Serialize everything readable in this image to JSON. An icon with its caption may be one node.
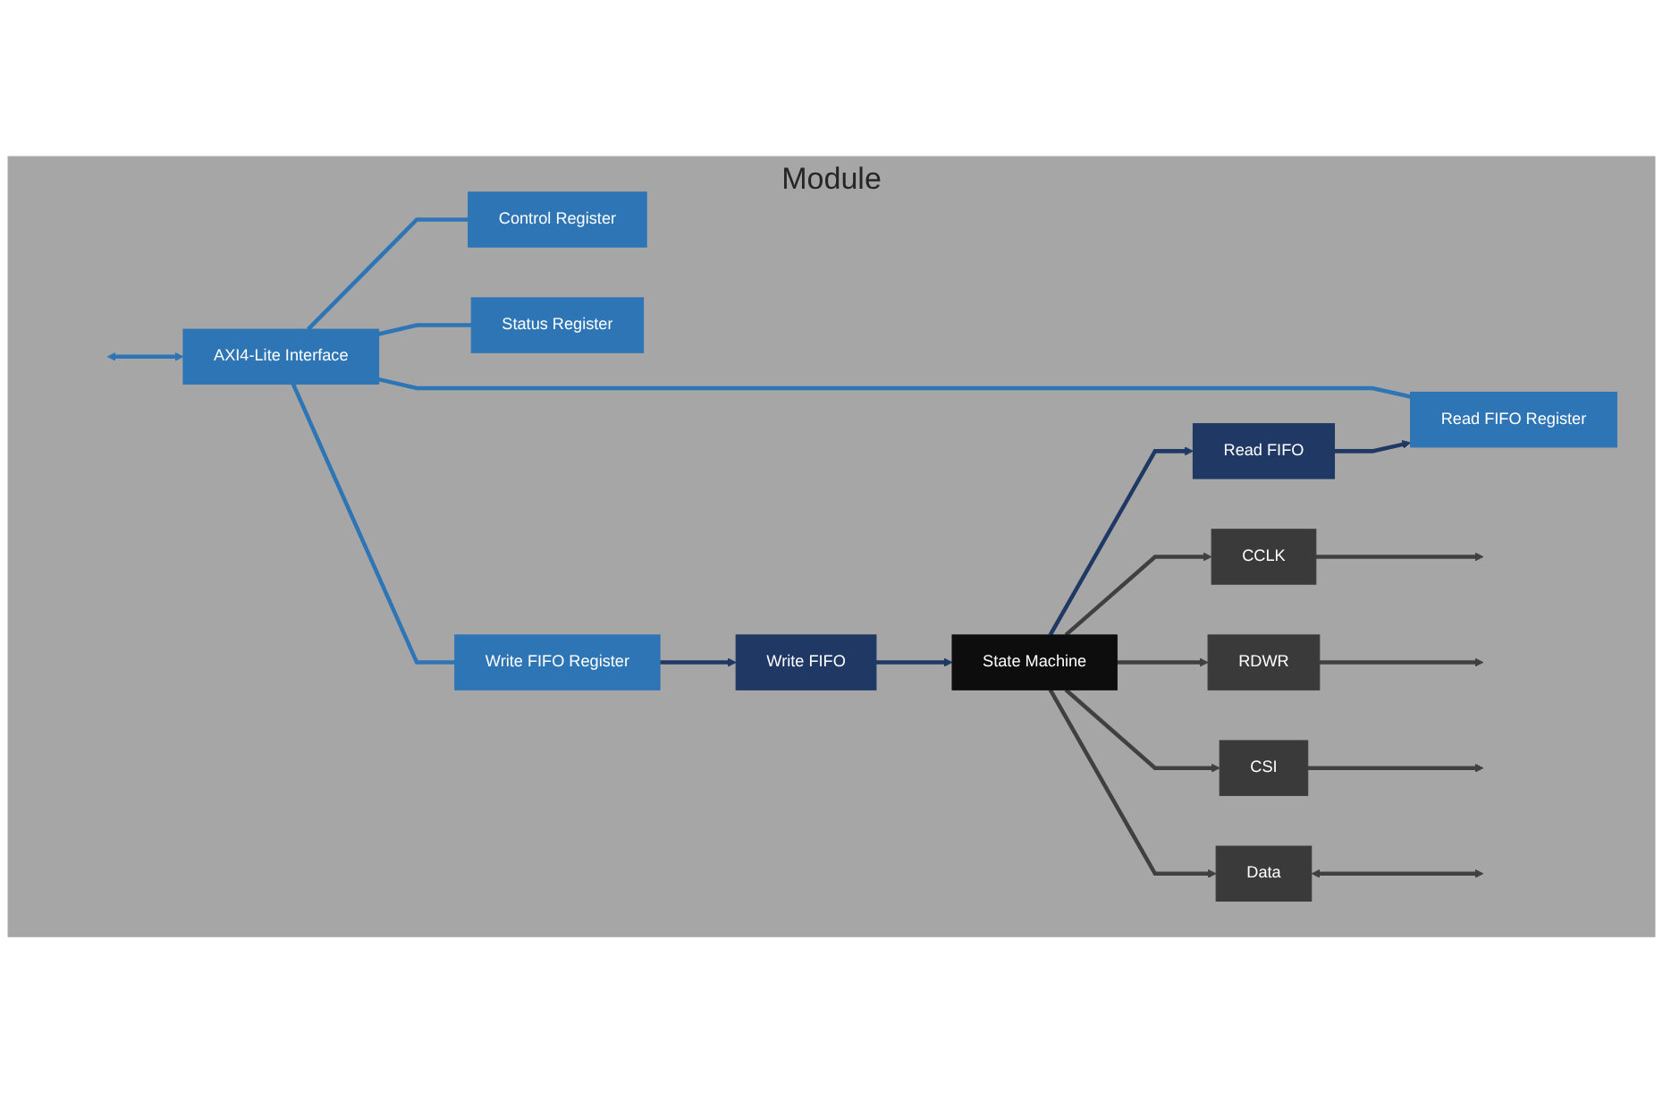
{
  "diagram": {
    "nodes": [
      {
        "text": [
          "Module"
        ]
      },
      {
        "text": [
          "AXI4-Lite Interface"
        ],
        "in": 0
      },
      {
        "text": [
          "Control Register"
        ],
        "in": 0
      },
      {
        "text": [
          "Status Register"
        ],
        "in": 0
      },
      {
        "text": [
          "Write FIFO Register"
        ],
        "in": 0
      },
      {
        "text": [
          "Read FIFO Register"
        ],
        "in": 0
      },
      {
        "text": [
          "Write FIFO"
        ],
        "in": 0
      },
      {
        "text": [
          "Read FIFO"
        ],
        "in": 0
      },
      {
        "text": [
          "State Machine"
        ],
        "in": 0
      },
      {
        "text": [
          "CCLK"
        ],
        "in": 0
      },
      {
        "text": [
          "RDWR"
        ],
        "in": 0
      },
      {
        "text": [
          "CSI"
        ],
        "in": 0
      },
      {
        "text": [
          "Data"
        ],
        "in": 0
      }
    ],
    "edges": [
      {
        "from": null,
        "to": 1,
        "arrow": "both",
        "color": "#2e75b6"
      },
      {
        "from": 1,
        "to": 2,
        "arrow": "none",
        "color": "#2e75b6"
      },
      {
        "from": 1,
        "to": 3,
        "arrow": "none",
        "color": "#2e75b6"
      },
      {
        "from": 1,
        "to": 4,
        "arrow": "none",
        "color": "#2e75b6"
      },
      {
        "from": 1,
        "to": 5,
        "arrow": "none",
        "color": "#2e75b6"
      },
      {
        "from": 4,
        "to": 6,
        "arrow": "to",
        "color": "#1f3864"
      },
      {
        "from": 6,
        "to": 8,
        "arrow": "to",
        "color": "#1f3864"
      },
      {
        "from": 8,
        "to": 7,
        "arrow": "to",
        "color": "#1f3864"
      },
      {
        "from": 7,
        "to": 5,
        "arrow": "to",
        "color": "#1f3864"
      },
      {
        "from": 8,
        "to": 9,
        "arrow": "to"
      },
      {
        "from": 8,
        "to": 10,
        "arrow": "to"
      },
      {
        "from": 8,
        "to": 11,
        "arrow": "to"
      },
      {
        "from": 8,
        "to": 12,
        "arrow": "to"
      },
      {
        "from": 9,
        "to": null,
        "arrow": "to"
      },
      {
        "from": 10,
        "to": null,
        "arrow": "to"
      },
      {
        "from": 11,
        "to": null,
        "arrow": "to"
      },
      {
        "from": 12,
        "to": null,
        "arrow": "both"
      }
    ]
  }
}
